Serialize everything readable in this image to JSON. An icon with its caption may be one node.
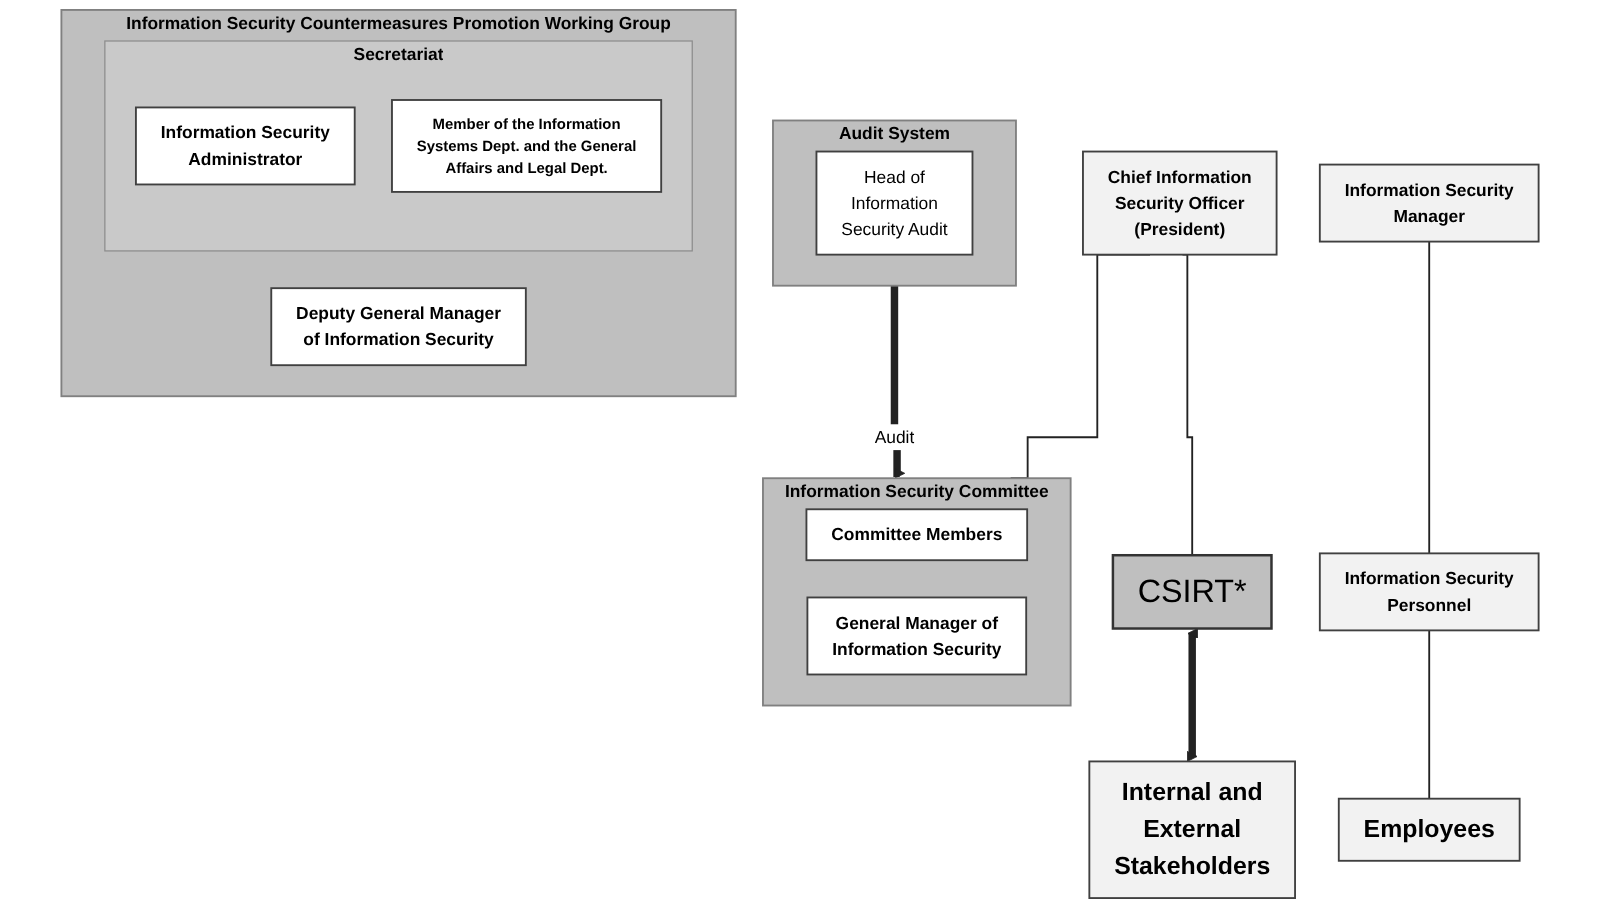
{
  "diagram": {
    "nodes": [
      {
        "text": [
          "Chief Information Security Officer (President)"
        ]
      },
      {
        "text": [
          "Audit System"
        ]
      },
      {
        "text": [
          "Head of Information Security Audit"
        ],
        "in": 1
      },
      {
        "text": [
          "Information Security Committee"
        ]
      },
      {
        "text": [
          "Committee Members"
        ],
        "in": 3
      },
      {
        "text": [
          "General Manager of Information Security"
        ],
        "in": 3
      },
      {
        "text": [
          "Information Security Countermeasures Promotion Working Group"
        ]
      },
      {
        "text": [
          "Secretariat"
        ],
        "in": 6
      },
      {
        "text": [
          "Information Security Administrator"
        ],
        "in": 7
      },
      {
        "text": [
          "Member of the Information Systems Dept. and the General Affairs and Legal Dept."
        ],
        "in": 7
      },
      {
        "text": [
          "Deputy General Manager of Information Security"
        ],
        "in": 6
      },
      {
        "text": [
          "Information Security Manager"
        ]
      },
      {
        "text": [
          "Information Security Personnel"
        ]
      },
      {
        "text": [
          "Employees"
        ]
      },
      {
        "text": [
          "CSIRT*"
        ]
      },
      {
        "text": [
          "Internal and External Stakeholders"
        ]
      }
    ],
    "edges": [
      {
        "from": 0,
        "to": 3,
        "arrow": "none"
      },
      {
        "from": 0,
        "to": 14,
        "arrow": "none"
      },
      {
        "from": 1,
        "to": 3,
        "arrow": "to",
        "label": "Audit",
        "style": "thick"
      },
      {
        "from": 11,
        "to": 12,
        "arrow": "none"
      },
      {
        "from": 12,
        "to": 13,
        "arrow": "none"
      },
      {
        "from": 14,
        "to": 15,
        "arrow": "both",
        "style": "thick"
      }
    ]
  }
}
